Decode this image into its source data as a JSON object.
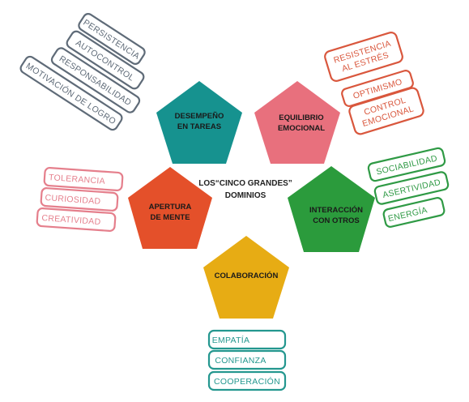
{
  "center": {
    "line1": "LOS“CINCO GRANDES”",
    "line2": "DOMINIOS"
  },
  "colors": {
    "teal": "#16928f",
    "pink": "#e8707d",
    "orange": "#e4502a",
    "green": "#2b9b3c",
    "yellow": "#e7ac14",
    "slate": "#5f6b78",
    "red_tag": "#d9573d",
    "pink_tag": "#e57f8c",
    "green_tag": "#2f9a45",
    "teal_tag": "#24978f"
  },
  "domains": {
    "tareas": {
      "line1": "DESEMPEÑO",
      "line2": "EN TAREAS"
    },
    "emocional": {
      "line1": "EQUILIBRIO",
      "line2": "EMOCIONAL"
    },
    "mente": {
      "line1": "APERTURA",
      "line2": "DE MENTE"
    },
    "otros": {
      "line1": "INTERACCIÓN",
      "line2": "CON OTROS"
    },
    "colaboracion": {
      "line1": "COLABORACIÓN"
    }
  },
  "tags": {
    "tareas": [
      "PERSISTENCIA",
      "AUTOCONTROL",
      "RESPONSABILIDAD",
      "MOTIVACIÓN DE LOGRO"
    ],
    "emocional": [
      {
        "line1": "RESISTENCIA",
        "line2": "AL ESTRÉS"
      },
      {
        "line1": "OPTIMISMO"
      },
      {
        "line1": "CONTROL",
        "line2": "EMOCIONAL"
      }
    ],
    "mente": [
      "TOLERANCIA",
      "CURIOSIDAD",
      "CREATIVIDAD"
    ],
    "otros": [
      "SOCIABILIDAD",
      "ASERTIVIDAD",
      "ENERGÍA"
    ],
    "colaboracion": [
      "EMPATÍA",
      "CONFIANZA",
      "COOPERACIÓN"
    ]
  }
}
